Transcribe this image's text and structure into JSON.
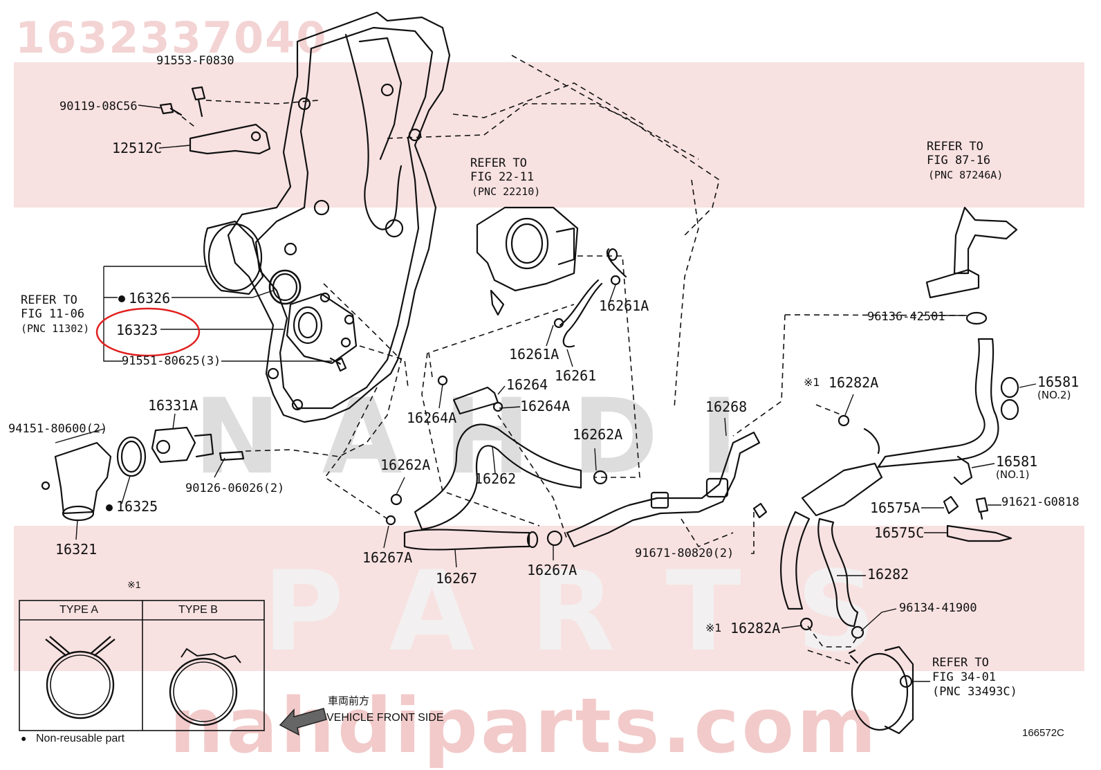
{
  "watermark": {
    "part_number": "1632337040",
    "line1": "NAHDI",
    "line2": "PARTS",
    "url": "nahdiparts.com"
  },
  "callouts": {
    "p91553": "91553-F0830",
    "p90119": "90119-08C56",
    "p12512c": "12512C",
    "ref_fig11_l1": "REFER TO",
    "ref_fig11_l2": "FIG 11-06",
    "ref_fig11_l3": "(PNC 11302)",
    "p16326": "16326",
    "p16323": "16323",
    "p91551": "91551-80625(3)",
    "p16331a": "16331A",
    "p94151": "94151-80600(2)",
    "p16325": "16325",
    "p90126": "90126-06026(2)",
    "p16321": "16321",
    "ref_fig22_l1": "REFER TO",
    "ref_fig22_l2": "FIG 22-11",
    "ref_fig22_l3": "(PNC 22210)",
    "p16261a_top": "16261A",
    "p16261a_mid": "16261A",
    "p16261": "16261",
    "p16264": "16264",
    "p16264a_right": "16264A",
    "p16264a_left": "16264A",
    "p16262a_right": "16262A",
    "p16262a_left": "16262A",
    "p16262": "16262",
    "p16267a_left": "16267A",
    "p16267": "16267",
    "p16267a_right": "16267A",
    "p16268": "16268",
    "p91671": "91671-80820(2)",
    "ref_fig87_l1": "REFER TO",
    "ref_fig87_l2": "FIG 87-16",
    "ref_fig87_l3": "(PNC 87246A)",
    "p96136": "96136-42501",
    "p16282a_top": "16282A",
    "p16282a_bottom": "16282A",
    "mark_top": "※1",
    "mark_bottom": "※1",
    "p16581_no2": "16581",
    "p16581_no2_sub": "(NO.2)",
    "p16581_no1": "16581",
    "p16581_no1_sub": "(NO.1)",
    "p16575a": "16575A",
    "p91621": "91621-G0818",
    "p16575c": "16575C",
    "p16282": "16282",
    "p96134": "96134-41900",
    "ref_fig34_l1": "REFER TO",
    "ref_fig34_l2": "FIG 34-01",
    "ref_fig34_l3": "(PNC 33493C)"
  },
  "clamp_box": {
    "mark": "※1",
    "type_a": "TYPE A",
    "type_b": "TYPE B"
  },
  "legend": {
    "bullet": "●",
    "text": "Non-reusable part"
  },
  "direction": {
    "cjk": "車両前方",
    "text": "VEHICLE FRONT SIDE"
  },
  "diagram_id": "166572C",
  "highlight_color": "#e02020"
}
